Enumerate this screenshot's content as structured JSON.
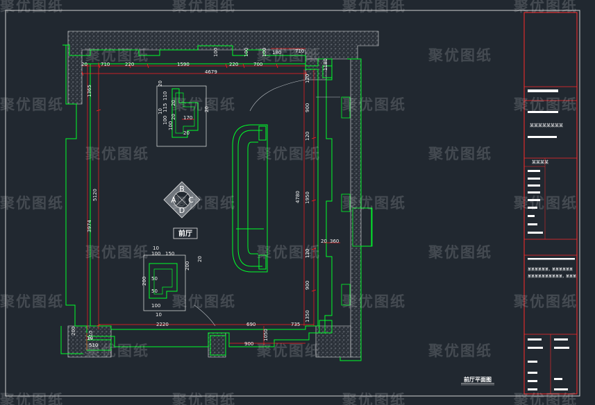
{
  "watermark": "聚优图纸",
  "room_label": "前厅",
  "drawing_caption": "前厅平面图",
  "markers": [
    "A",
    "B",
    "C",
    "D"
  ],
  "colors": {
    "background": "#212830",
    "wall": "#00ff2a",
    "dimension": "#ff1f1f",
    "frame": "#ff2a2a",
    "text": "#f4f4f4"
  },
  "dimensions": {
    "top": [
      "20",
      "710",
      "220",
      "1590",
      "220",
      "700",
      "180",
      "710",
      "4679",
      "100",
      "100",
      "100"
    ],
    "left": [
      "1365",
      "5120",
      "3974",
      "200"
    ],
    "right": [
      "900",
      "120",
      "1950",
      "120",
      "900",
      "4780",
      "1350",
      "1180",
      "360",
      "20",
      "120"
    ],
    "bottom": [
      "2220",
      "690",
      "735",
      "900",
      "1050",
      "510",
      "10",
      "210"
    ],
    "detail_upper": [
      "20",
      "110",
      "10",
      "100",
      "115",
      "20",
      "20",
      "100",
      "170",
      "20",
      "20"
    ],
    "detail_lower": [
      "10",
      "100",
      "150",
      "200",
      "200",
      "20",
      "50",
      "50",
      "100",
      "10"
    ]
  },
  "title_block": {
    "company": "",
    "project": "某某某某某某某某",
    "section_header": "某某某某",
    "notes": [
      "某某某某某某，某某某某某某",
      "某某某某某某某某某某，某某某",
      ""
    ]
  }
}
